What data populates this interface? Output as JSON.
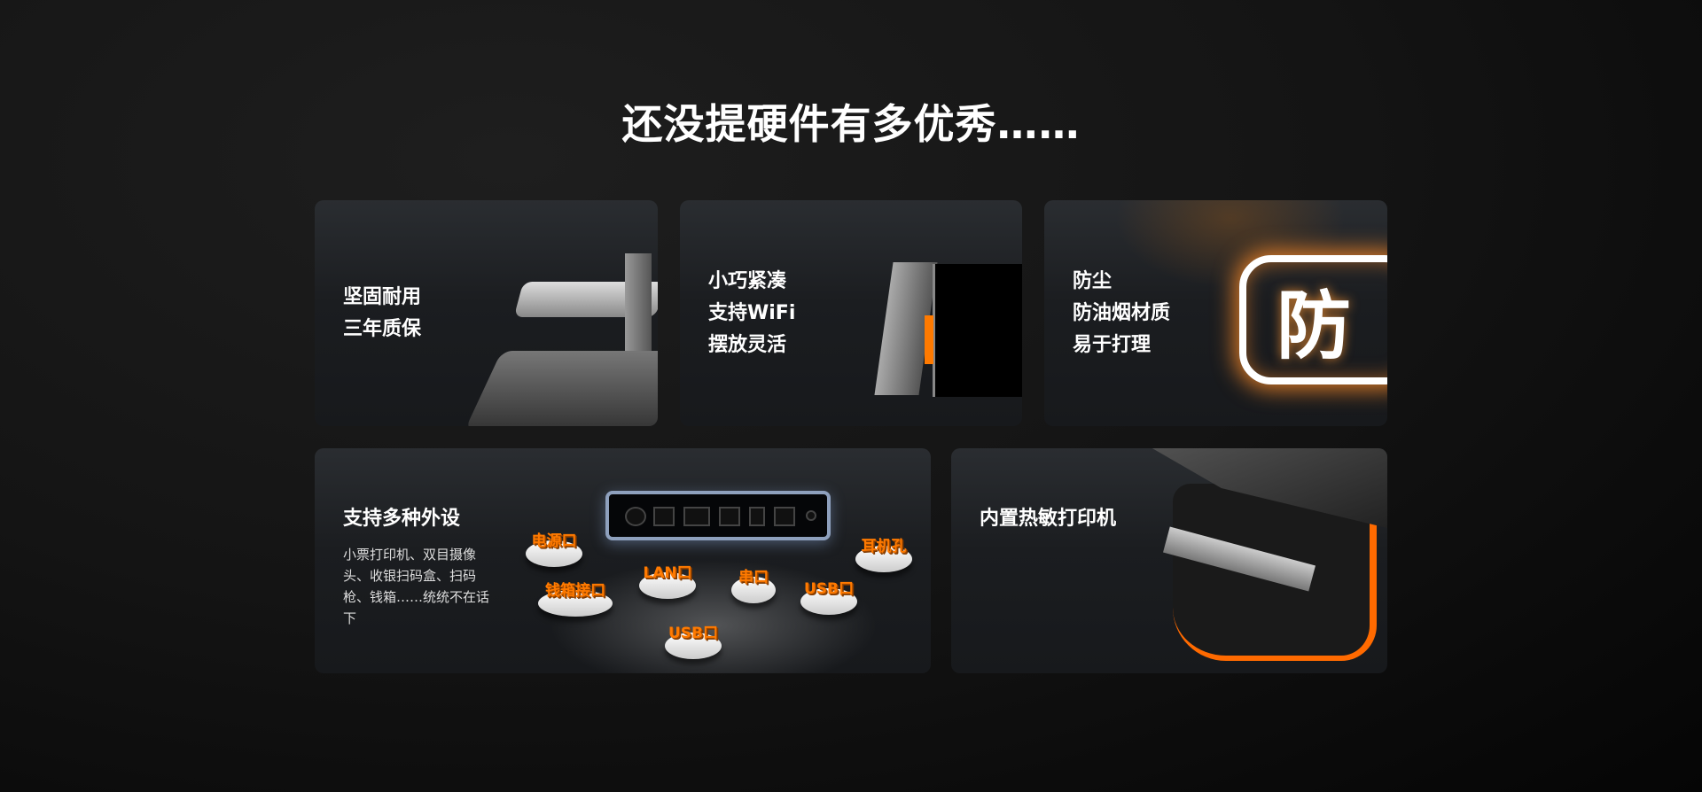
{
  "title": "还没提硬件有多优秀……",
  "cards": [
    {
      "lines": [
        "坚固耐用",
        "三年质保"
      ]
    },
    {
      "lines": [
        "小巧紧凑",
        "支持WiFi",
        "摆放灵活"
      ]
    },
    {
      "lines": [
        "防尘",
        "防油烟材质",
        "易于打理"
      ],
      "badge": "防"
    },
    {
      "heading": "支持多种外设",
      "description": "小票打印机、双目摄像头、收银扫码盒、扫码枪、钱箱……统统不在话下",
      "ports": [
        "电源口",
        "钱箱接口",
        "LAN口",
        "USB口",
        "串口",
        "USB口",
        "耳机孔"
      ]
    },
    {
      "heading": "内置热敏打印机"
    }
  ],
  "colors": {
    "accent": "#ff7a00"
  }
}
